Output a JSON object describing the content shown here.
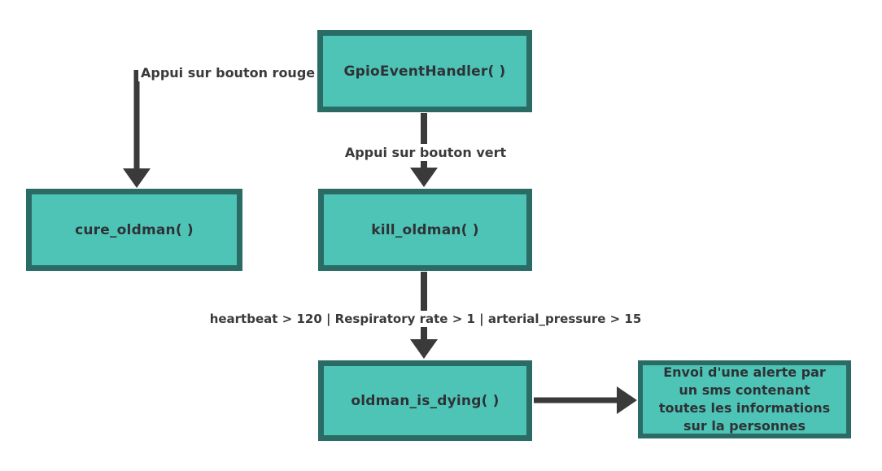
{
  "diagram": {
    "title": "GPIO event handling flowchart",
    "nodes": {
      "gpio": {
        "label": "GpioEventHandler( )"
      },
      "cure": {
        "label": "cure_oldman( )"
      },
      "kill": {
        "label": "kill_oldman( )"
      },
      "dying": {
        "label": "oldman_is_dying( )"
      },
      "alert": {
        "label": "Envoi d'une alerte par un sms contenant toutes les informations sur la personnes",
        "lines": [
          "Envoi d'une alerte par",
          "un sms contenant",
          "toutes les informations",
          "sur la personnes"
        ]
      }
    },
    "edge_labels": {
      "red_button": "Appui sur bouton rouge",
      "green_button": "Appui sur bouton vert",
      "vitals_condition": "heartbeat > 120 | Respiratory rate > 1 | arterial_pressure > 15"
    },
    "colors": {
      "node_fill": "#4ec4b6",
      "node_border": "#2a6b66",
      "arrow": "#3a3a3a",
      "label_text": "#3a3a3a",
      "node_text": "#2e3236",
      "background": "#ffffff"
    }
  }
}
